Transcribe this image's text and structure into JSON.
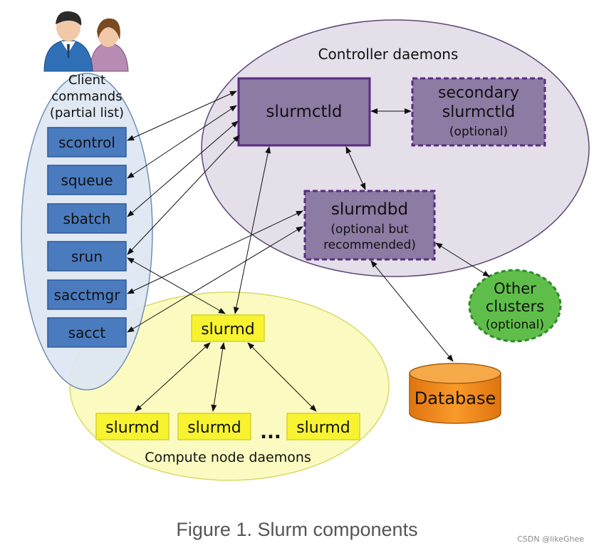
{
  "regions": {
    "controller_label": "Controller daemons",
    "compute_label": "Compute node daemons",
    "client_label_lines": [
      "Client",
      "commands",
      "(partial list)"
    ]
  },
  "client_commands": [
    "scontrol",
    "squeue",
    "sbatch",
    "srun",
    "sacctmgr",
    "sacct"
  ],
  "controller": {
    "slurmctld": "slurmctld",
    "secondary_lines": [
      "secondary",
      "slurmctld"
    ],
    "secondary_note": "(optional)",
    "slurmdbd": "slurmdbd",
    "slurmdbd_note_lines": [
      "(optional but",
      "recommended)"
    ]
  },
  "compute": {
    "main_node": "slurmd",
    "nodes": [
      "slurmd",
      "slurmd",
      "slurmd"
    ],
    "ellipsis": "..."
  },
  "other_clusters": {
    "lines": [
      "Other",
      "clusters"
    ],
    "note": "(optional)"
  },
  "database": {
    "label": "Database"
  },
  "caption": "Figure 1. Slurm components",
  "watermark": "CSDN @likeGhee",
  "colors": {
    "controller_fill": "#e4dfe9",
    "controller_stroke": "#5e4674",
    "daemon_fill": "#8c7ba3",
    "daemon_stroke": "#5a2d82",
    "client_fill": "#dce6f2",
    "client_stroke": "#6f8fb5",
    "command_fill": "#4a7bbf",
    "command_stroke": "#2f5a96",
    "compute_fill": "#fbfbc1",
    "compute_stroke": "#d9d96a",
    "slurmd_fill": "#f7f331",
    "slurmd_stroke": "#d6d22a",
    "other_fill": "#5fbe4a",
    "other_stroke": "#2f8a2a",
    "database_fill": "#f08b1b",
    "database_stroke": "#a95e0d"
  }
}
